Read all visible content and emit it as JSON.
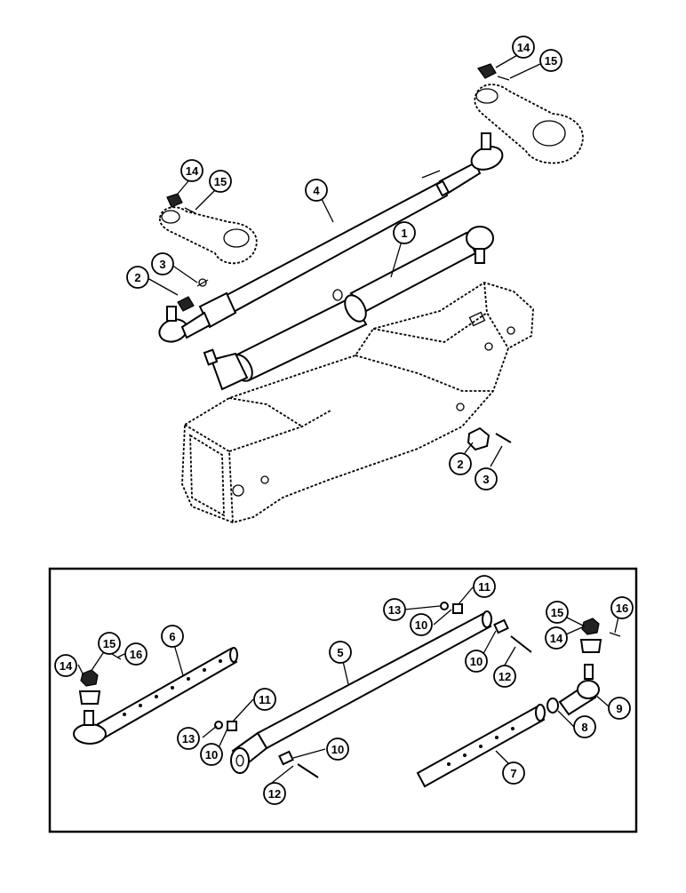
{
  "callouts": [
    {
      "id": "c1",
      "label": "1"
    },
    {
      "id": "c2a",
      "label": "2"
    },
    {
      "id": "c3a",
      "label": "3"
    },
    {
      "id": "c4",
      "label": "4"
    },
    {
      "id": "c14a",
      "label": "14"
    },
    {
      "id": "c15a",
      "label": "15"
    },
    {
      "id": "c14b",
      "label": "14"
    },
    {
      "id": "c15b",
      "label": "15"
    },
    {
      "id": "c2b",
      "label": "2"
    },
    {
      "id": "c3b",
      "label": "3"
    },
    {
      "id": "c5",
      "label": "5"
    },
    {
      "id": "c6",
      "label": "6"
    },
    {
      "id": "c7",
      "label": "7"
    },
    {
      "id": "c8",
      "label": "8"
    },
    {
      "id": "c9",
      "label": "9"
    },
    {
      "id": "c10a",
      "label": "10"
    },
    {
      "id": "c10b",
      "label": "10"
    },
    {
      "id": "c10c",
      "label": "10"
    },
    {
      "id": "c10d",
      "label": "10"
    },
    {
      "id": "c11a",
      "label": "11"
    },
    {
      "id": "c11b",
      "label": "11"
    },
    {
      "id": "c12a",
      "label": "12"
    },
    {
      "id": "c12b",
      "label": "12"
    },
    {
      "id": "c13a",
      "label": "13"
    },
    {
      "id": "c13b",
      "label": "13"
    },
    {
      "id": "c14c",
      "label": "14"
    },
    {
      "id": "c14d",
      "label": "14"
    },
    {
      "id": "c15c",
      "label": "15"
    },
    {
      "id": "c15d",
      "label": "15"
    },
    {
      "id": "c16a",
      "label": "16"
    },
    {
      "id": "c16b",
      "label": "16"
    }
  ]
}
